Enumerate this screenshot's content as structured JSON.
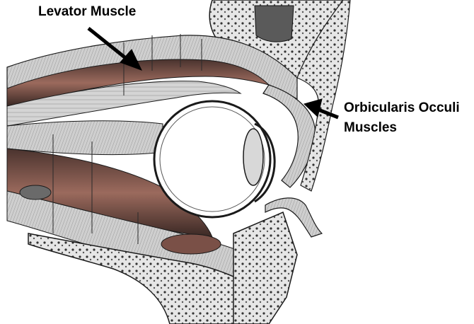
{
  "labels": {
    "levator": "Levator Muscle",
    "orbicularis_line1": "Orbicularis Occuli",
    "orbicularis_line2": "Muscles"
  },
  "colors": {
    "background": "#ffffff",
    "muscle": "#8a5a4e",
    "muscle_dark": "#3d2a26",
    "tissue": "#c9c9c9",
    "bone_fill": "#dcdcdc",
    "line": "#1a1a1a"
  }
}
